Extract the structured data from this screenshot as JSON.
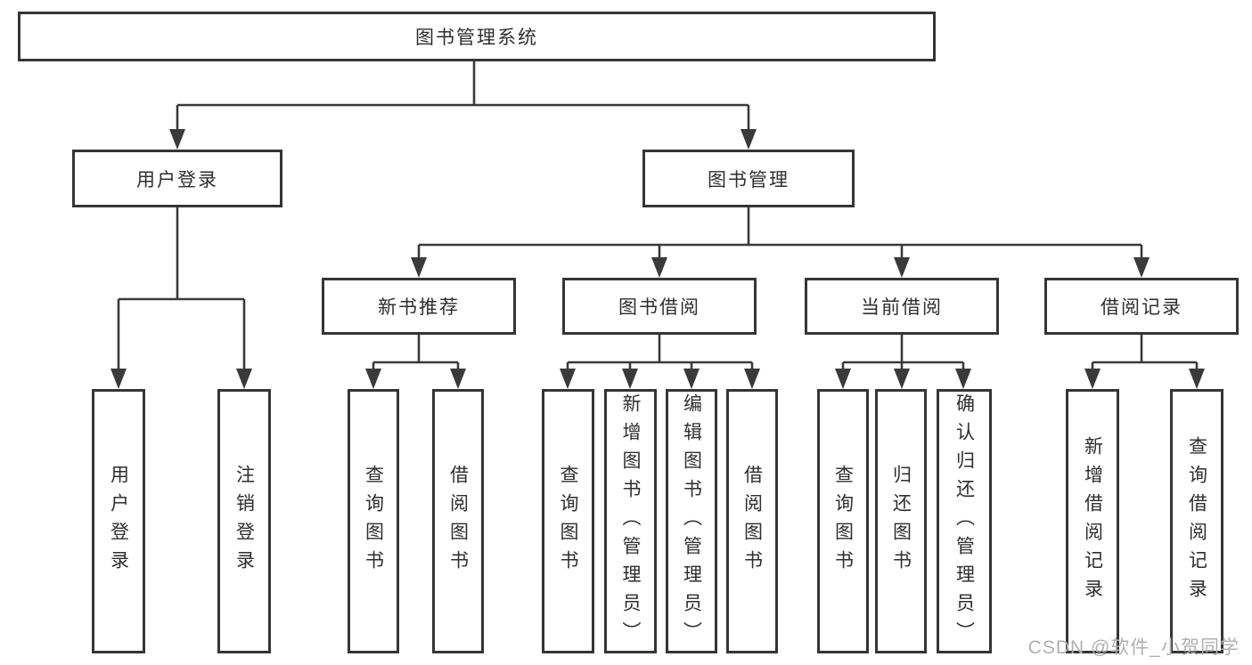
{
  "diagram": {
    "root": {
      "label": "图书管理系统"
    },
    "level2": [
      {
        "label": "用户登录"
      },
      {
        "label": "图书管理"
      }
    ],
    "level3": [
      {
        "label": "新书推荐"
      },
      {
        "label": "图书借阅"
      },
      {
        "label": "当前借阅"
      },
      {
        "label": "借阅记录"
      }
    ],
    "leaves": {
      "user_login": [
        {
          "label": "用户登录"
        },
        {
          "label": "注销登录"
        }
      ],
      "new_books": [
        {
          "label": "查询图书"
        },
        {
          "label": "借阅图书"
        }
      ],
      "book_borrowing": [
        {
          "label": "查询图书"
        },
        {
          "label": "新增图书（管理员）"
        },
        {
          "label": "编辑图书（管理员）"
        },
        {
          "label": "借阅图书"
        }
      ],
      "current_borrowing": [
        {
          "label": "查询图书"
        },
        {
          "label": "归还图书"
        },
        {
          "label": "确认归还（管理员）"
        }
      ],
      "borrowing_records": [
        {
          "label": "新增借阅记录"
        },
        {
          "label": "查询借阅记录"
        }
      ]
    },
    "colors": {
      "line": "#3a3a3a",
      "border": "#353535",
      "text": "#2e2e2e",
      "background": "#ffffff",
      "watermark": "#b0b0b0"
    }
  },
  "watermark": {
    "text": "CSDN @软件_小贺同学"
  }
}
